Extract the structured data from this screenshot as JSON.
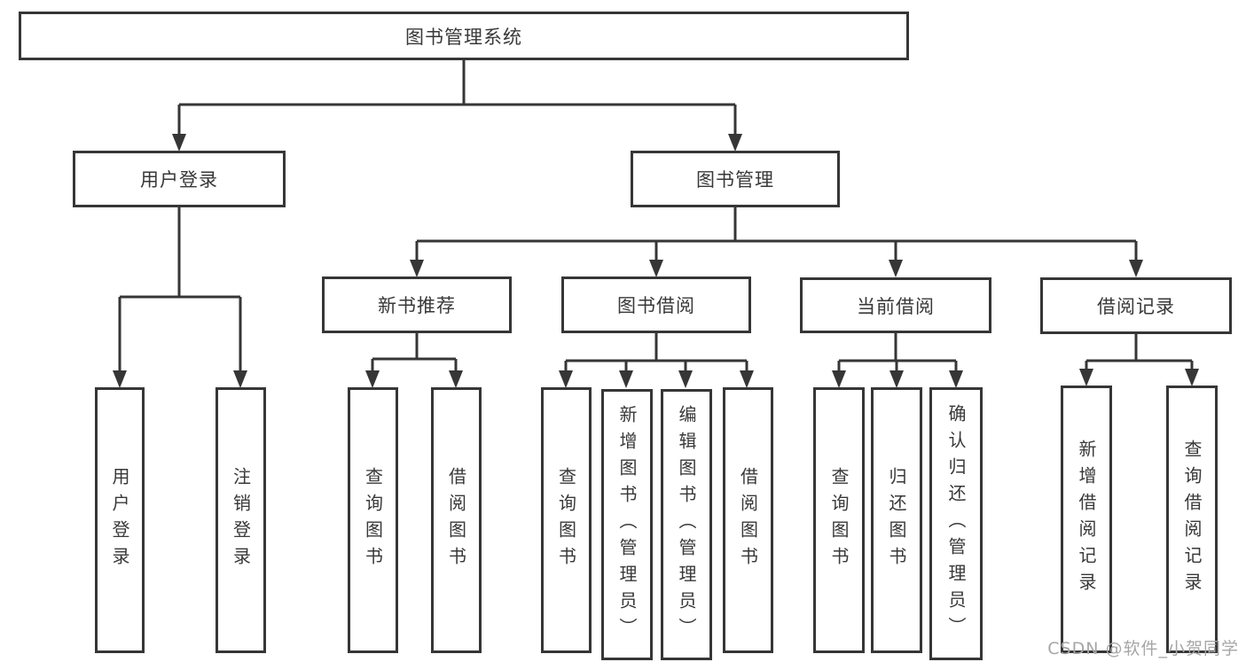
{
  "tree": {
    "root": "图书管理系统",
    "branches": [
      {
        "label": "用户登录",
        "children": [
          "用户登录",
          "注销登录"
        ]
      },
      {
        "label": "图书管理",
        "children": [
          {
            "label": "新书推荐",
            "children": [
              "查询图书",
              "借阅图书"
            ]
          },
          {
            "label": "图书借阅",
            "children": [
              "查询图书",
              "新增图书（管理员）",
              "编辑图书（管理员）",
              "借阅图书"
            ]
          },
          {
            "label": "当前借阅",
            "children": [
              "查询图书",
              "归还图书",
              "确认归还（管理员）"
            ]
          },
          {
            "label": "借阅记录",
            "children": [
              "新增借阅记录",
              "查询借阅记录"
            ]
          }
        ]
      }
    ]
  },
  "watermark": "CSDN @软件_小贺同学",
  "colors": {
    "line": "#363636",
    "text": "#383838",
    "watermark": "#a6a6a6",
    "background": "#ffffff"
  }
}
